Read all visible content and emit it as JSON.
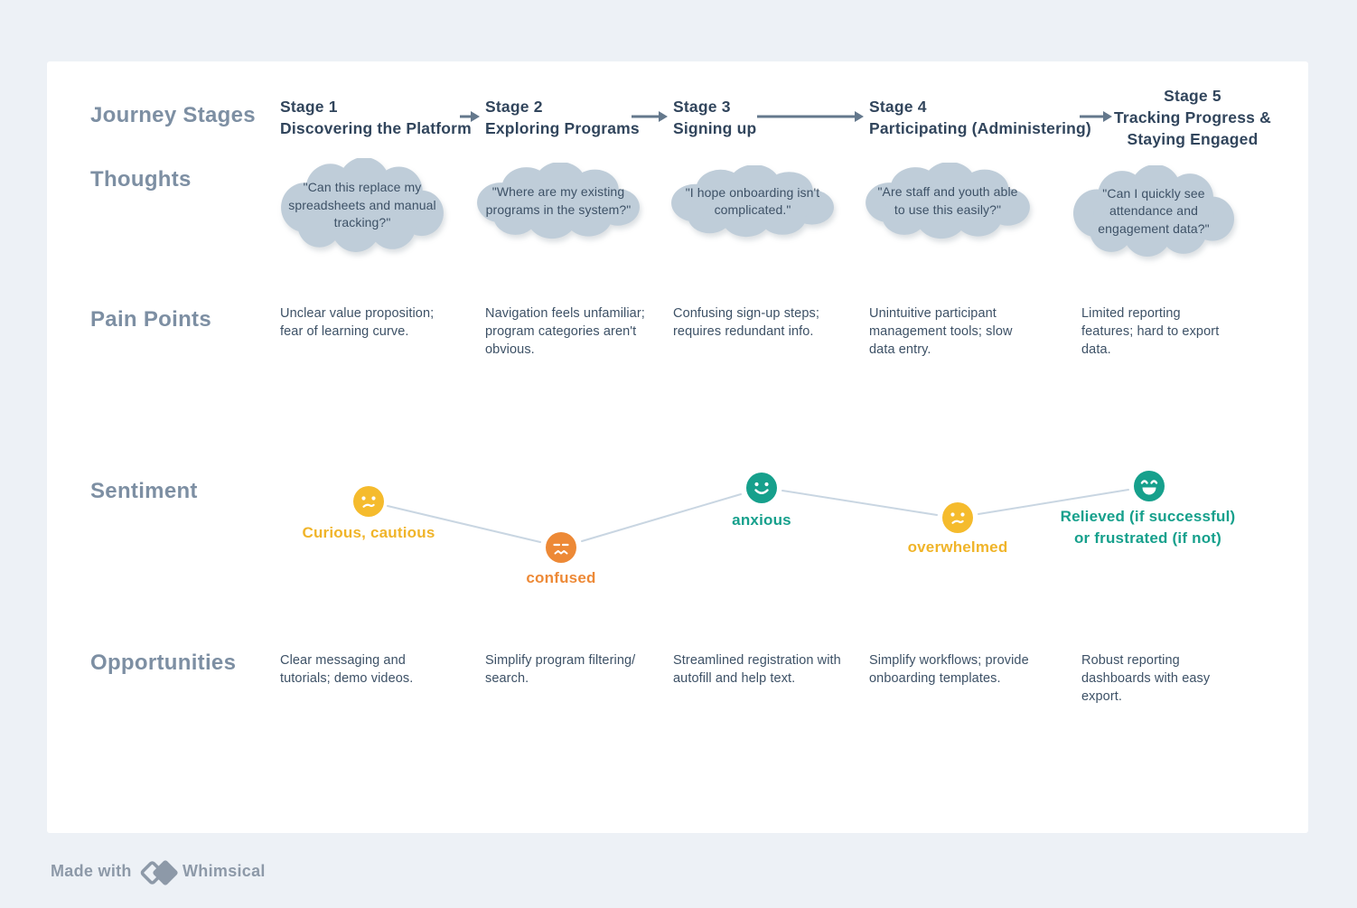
{
  "row_labels": {
    "journey_stages": "Journey Stages",
    "thoughts": "Thoughts",
    "pain_points": "Pain Points",
    "sentiment": "Sentiment",
    "opportunities": "Opportunities"
  },
  "stages": [
    {
      "stage_label": "Stage 1",
      "title": "Discovering the Platform",
      "thought": "\"Can this replace my spreadsheets and manual tracking?\"",
      "pain_point": "Unclear value proposition; fear of learning curve.",
      "opportunity": "Clear messaging and tutorials; demo videos.",
      "sentiment": {
        "label": "Curious, cautious",
        "label2": "",
        "mood": "curious-cautious",
        "icon": "uncertain-face-icon",
        "color": "#F0B429"
      }
    },
    {
      "stage_label": "Stage 2",
      "title": "Exploring Programs",
      "thought": "\"Where are my existing programs in the system?\"",
      "pain_point": "Navigation feels unfamiliar; program categories aren't obvious.",
      "opportunity": "Simplify program filtering/ search.",
      "sentiment": {
        "label": "confused",
        "label2": "",
        "mood": "confused",
        "icon": "confounded-face-icon",
        "color": "#ED8936"
      }
    },
    {
      "stage_label": "Stage 3",
      "title": "Signing up",
      "thought": "\"I hope onboarding isn't complicated.\"",
      "pain_point": "Confusing sign-up steps; requires redundant info.",
      "opportunity": "Streamlined registration with autofill and help text.",
      "sentiment": {
        "label": "anxious",
        "label2": "",
        "mood": "anxious",
        "icon": "smile-face-icon",
        "color": "#16A08C"
      }
    },
    {
      "stage_label": "Stage 4",
      "title": "Participating (Administering)",
      "thought": "\"Are staff and youth able to use this easily?\"",
      "pain_point": "Unintuitive participant management tools; slow data entry.",
      "opportunity": "Simplify workflows; provide onboarding templates.",
      "sentiment": {
        "label": "overwhelmed",
        "label2": "",
        "mood": "overwhelmed",
        "icon": "uncertain-face-icon",
        "color": "#F0B429"
      }
    },
    {
      "stage_label": "Stage 5",
      "title": "Tracking Progress & Staying Engaged",
      "thought": "\"Can I quickly see attendance and engagement data?\"",
      "pain_point": "Limited reporting features; hard to export data.",
      "opportunity": "Robust reporting dashboards with easy export.",
      "sentiment": {
        "label": "Relieved (if successful)",
        "label2": "or frustrated (if not)",
        "mood": "relieved-or-frustrated",
        "icon": "grin-face-icon",
        "color": "#16A08C"
      }
    }
  ],
  "colors": {
    "background": "#EDF1F6",
    "card": "#FFFFFF",
    "row_label": "#7D8FA3",
    "stage_heading": "#31455C",
    "body_text": "#3D5166",
    "cloud": "#BFCDD9",
    "arrow": "#64788C",
    "sentiment_line": "#C9D6E2",
    "yellow": "#F0B429",
    "orange": "#ED8936",
    "teal": "#16A08C",
    "footer": "#8D99A8"
  },
  "footer": {
    "made_with": "Made with",
    "brand": "Whimsical",
    "logo_icon": "whimsical-diamonds-icon"
  }
}
